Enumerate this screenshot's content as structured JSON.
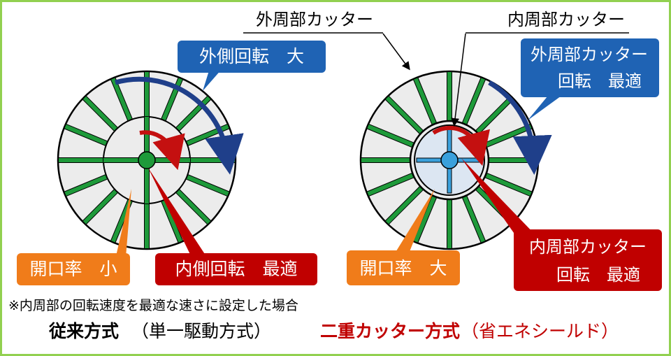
{
  "left": {
    "outer_label": "外側回転　大",
    "inner_label": "内側回転　最適",
    "opening_label": "開口率　小",
    "caption_main": "従来方式",
    "caption_sub": "（単一駆動方式）"
  },
  "right": {
    "outer_cutter_label": "外周部カッター",
    "inner_cutter_label": "内周部カッター",
    "outer_rot_line1": "外周部カッター",
    "outer_rot_line2": "回転　最適",
    "inner_rot_line1": "内周部カッター",
    "inner_rot_line2": "回転　最適",
    "opening_label": "開口率　大",
    "caption_main": "二重カッター方式",
    "caption_sub": "（省エネシールド）"
  },
  "note": "※内周部の回転速度を最適な速さに設定した場合",
  "colors": {
    "frame": "#92d050",
    "spoke_green": "#1e9a3a",
    "spoke_blue": "#3aa0dc",
    "callout_blue": "#1f63b4",
    "callout_red": "#c00000",
    "callout_orange": "#f07c1a",
    "arrow_navy": "#1f3f8a",
    "arrow_red": "#c41010",
    "caption_red": "#c00000"
  }
}
